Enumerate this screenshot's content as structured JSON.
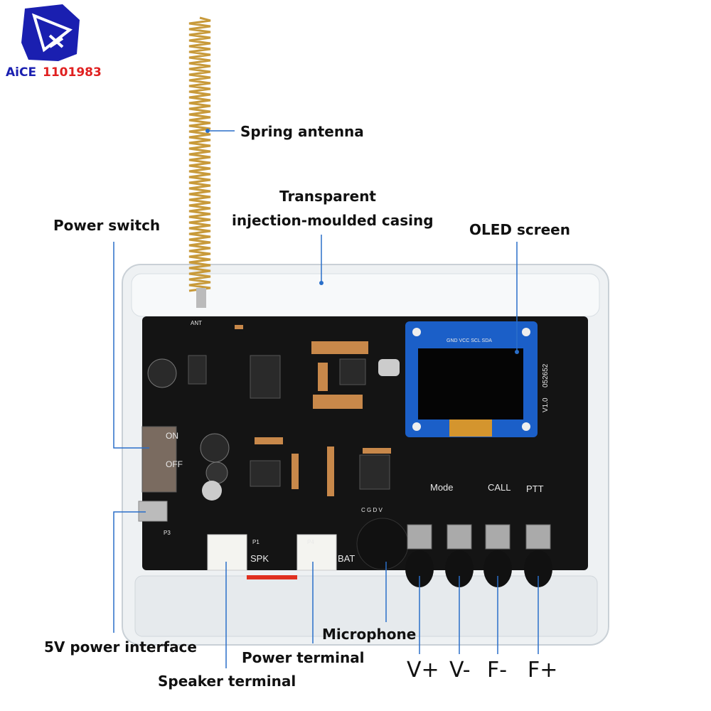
{
  "logo": {
    "text": "AICE1101983",
    "colors": {
      "shield": "#1a1fb0",
      "text_red": "#e02020"
    }
  },
  "labels": {
    "spring_antenna": "Spring antenna",
    "casing_line1": "Transparent",
    "casing_line2": "injection-moulded casing",
    "power_switch": "Power switch",
    "oled_screen": "OLED screen",
    "power_interface": "5V power interface",
    "speaker_terminal": "Speaker terminal",
    "power_terminal": "Power terminal",
    "microphone": "Microphone"
  },
  "buttons": [
    "V+",
    "V-",
    "F-",
    "F+"
  ],
  "silkscreen": {
    "on": "ON",
    "off": "OFF",
    "spk": "SPK",
    "bat": "BAT",
    "mode": "Mode",
    "call": "CALL",
    "ptt": "PTT",
    "oled_pins": "GND VCC SCL SDA",
    "version": "V1.0",
    "code": "052652",
    "p1": "P1",
    "p3": "P3",
    "p4": "P4",
    "ant": "ANT",
    "pins": "C G D V"
  },
  "colors": {
    "pcb": "#141414",
    "oled_board": "#1b5fc8",
    "leader_line": "#2a6fc9",
    "antenna": "#c89a3a"
  }
}
